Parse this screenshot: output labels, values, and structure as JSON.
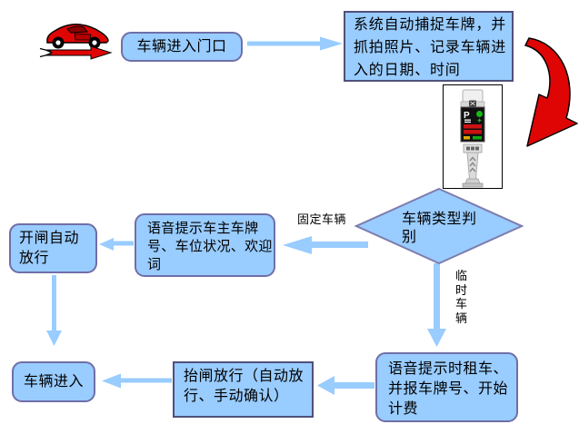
{
  "diagram": {
    "boxes": {
      "enter_gate": {
        "label": "车辆进入门口"
      },
      "capture": {
        "lines": [
          "系统自动捕捉车牌，并",
          "抓拍照片、记录车辆进",
          "入的日期、时间"
        ]
      },
      "vehicle_type": {
        "lines": [
          "车辆类型判",
          "别"
        ]
      },
      "voice_owner": {
        "lines": [
          "语音提示车主车牌",
          "号、车位状况、欢迎",
          "词"
        ]
      },
      "open_gate": {
        "lines": [
          "开闸自动",
          "放行"
        ]
      },
      "vehicle_enter": {
        "label": "车辆进入"
      },
      "lift_gate": {
        "lines": [
          "抬闸放行（自动放",
          "行、手动确认）"
        ]
      },
      "voice_rental": {
        "lines": [
          "语音提示时租车、",
          "并报车牌号、开始",
          "计费"
        ]
      }
    },
    "branch_labels": {
      "fixed": "固定车辆",
      "temporary": "临时车辆"
    },
    "device": {
      "screen_letter": "P"
    },
    "colors": {
      "shape_fill": "#99CCFF",
      "rounded_border": "#6F6FA8",
      "rect_border": "#50507C",
      "diamond_border": "#7D7DAD",
      "arrow_fill": "#99CCFF",
      "red_accent": "#E00505",
      "text": "#000000"
    }
  }
}
